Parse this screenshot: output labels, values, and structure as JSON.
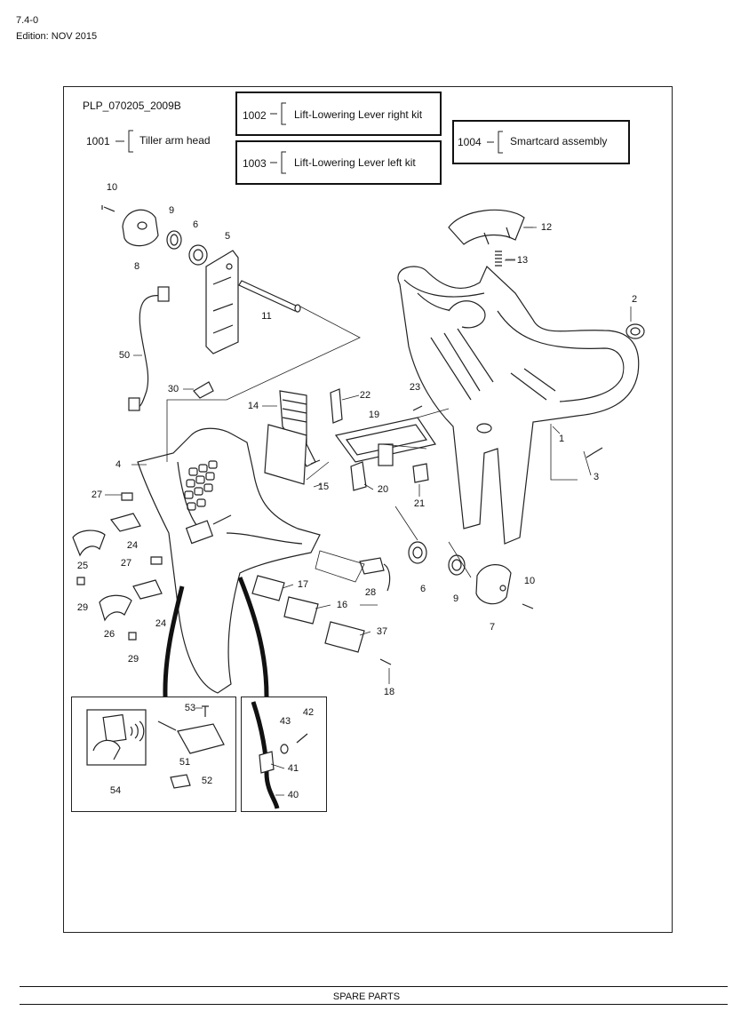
{
  "header": {
    "page_no": "7.4-0",
    "edition": "Edition: NOV 2015"
  },
  "diagram_id": "PLP_070205_2009B",
  "legend": [
    {
      "num": "1001",
      "label": "Tiller arm head"
    },
    {
      "num": "1002",
      "label": "Lift-Lowering Lever right kit"
    },
    {
      "num": "1003",
      "label": "Lift-Lowering Lever left kit"
    },
    {
      "num": "1004",
      "label": "Smartcard assembly"
    }
  ],
  "callouts": [
    "10",
    "9",
    "6",
    "5",
    "8",
    "11",
    "50",
    "30",
    "14",
    "22",
    "23",
    "19",
    "4",
    "27",
    "15",
    "20",
    "21",
    "24",
    "25",
    "29",
    "27",
    "28",
    "6",
    "9",
    "10",
    "17",
    "16",
    "37",
    "7",
    "24",
    "26",
    "29",
    "18",
    "12",
    "13",
    "2",
    "1",
    "3",
    "53",
    "51",
    "54",
    "52",
    "43",
    "42",
    "41",
    "40"
  ],
  "footer": "SPARE PARTS"
}
